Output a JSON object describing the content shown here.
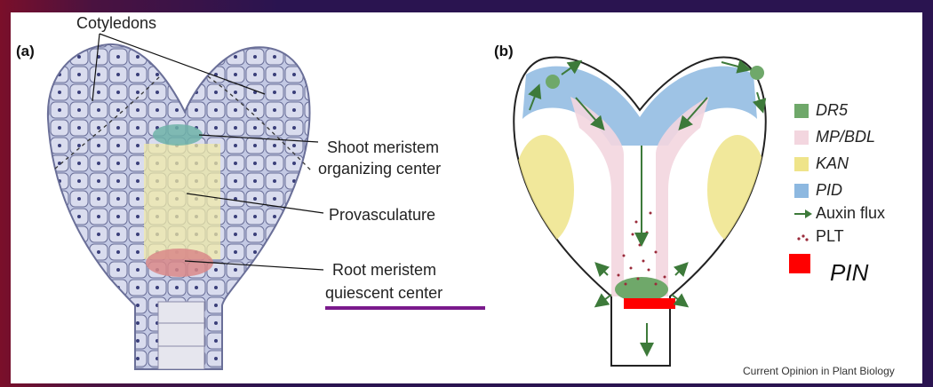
{
  "panel_a": {
    "letter": "(a)",
    "labels": {
      "cotyledons": "Cotyledons",
      "shoot_line1": "Shoot meristem",
      "shoot_line2": "organizing center",
      "provasculature": "Provasculature",
      "root_line1": "Root meristem",
      "root_line2": "quiescent center"
    }
  },
  "panel_b": {
    "letter": "(b)",
    "legend": [
      {
        "label": "DR5",
        "color": "#6fa86a",
        "italic": true
      },
      {
        "label": "MP/BDL",
        "color": "#f3d6df",
        "italic": true
      },
      {
        "label": "KAN",
        "color": "#efe48a",
        "italic": true
      },
      {
        "label": "PID",
        "color": "#8db8e0",
        "italic": true
      },
      {
        "label": "Auxin flux",
        "icon": "arrow-icon",
        "italic": false
      },
      {
        "label": "PLT",
        "icon": "dots-icon",
        "italic": false
      }
    ],
    "pin": {
      "label": "PIN",
      "color": "#ff0000"
    }
  },
  "credit": "Current Opinion in Plant Biology",
  "colors": {
    "underline": "#7a1a8c",
    "arrow": "#3d7a3a",
    "cell_fill": "#c7cde6",
    "cell_stroke": "#5a5f88"
  }
}
